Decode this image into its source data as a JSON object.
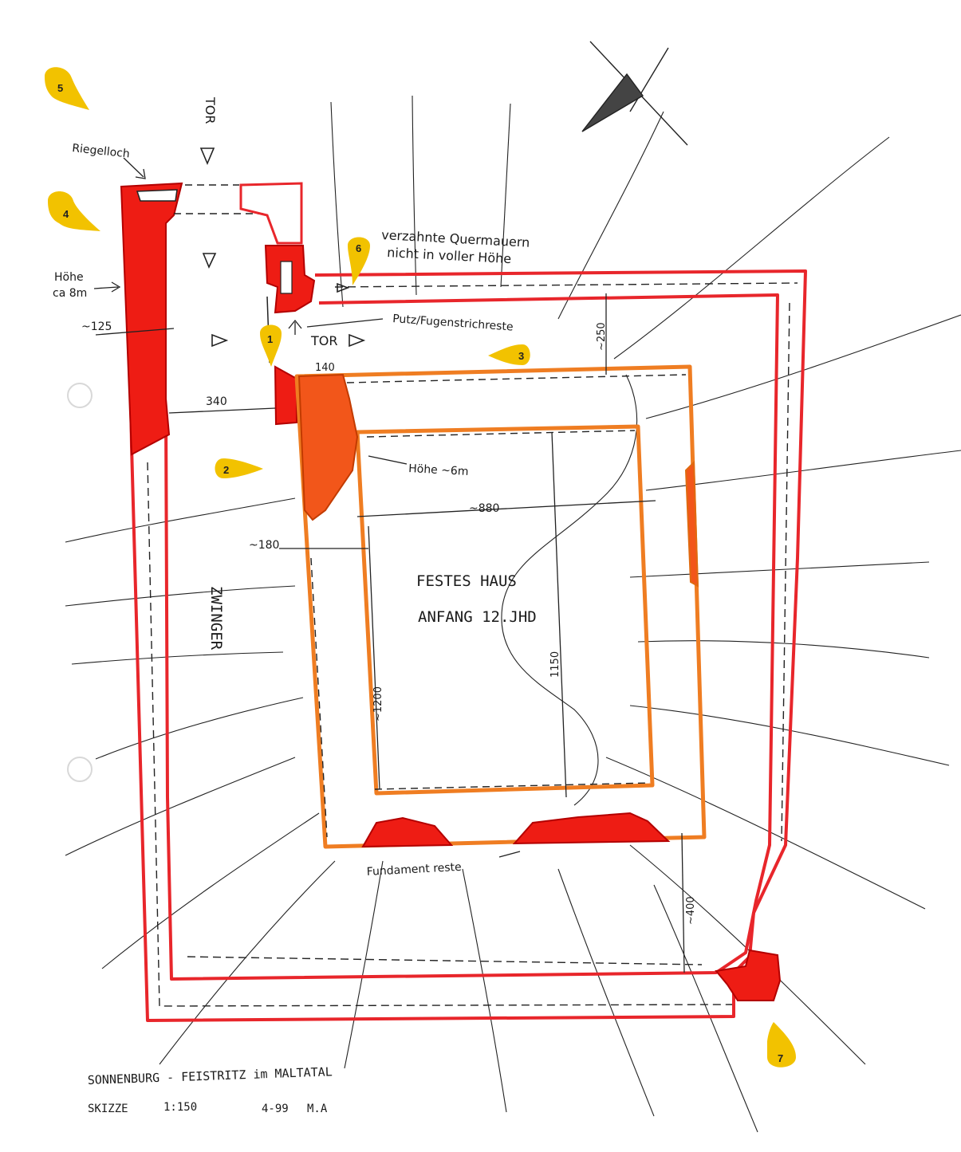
{
  "colors": {
    "wall_red": "#e8262b",
    "wall_orange": "#ef7d22",
    "fill_red": "#ee1c14",
    "fill_orange": "#f2561a",
    "marker_yellow": "#f2c200",
    "ink": "#1a1a1a"
  },
  "labels": {
    "riegelloch": "Riegelloch",
    "tor_top": "TOR",
    "tor_mid": "TOR",
    "hoehe_left_1": "Höhe",
    "hoehe_left_2": "ca 8m",
    "verzahnte_1": "verzahnte Quermauern",
    "verzahnte_2": "nicht in voller Höhe",
    "putz": "Putz/Fugenstrichreste",
    "dim_125": "~125",
    "dim_340": "340",
    "dim_140": "140",
    "dim_250": "~250",
    "hoehe_6m": "Höhe ~6m",
    "dim_880": "~880",
    "dim_180": "~180",
    "festes_haus": "FESTES HAUS",
    "anfang": "ANFANG 12.JHD",
    "zwinger": "ZWINGER",
    "dim_1150": "1150",
    "dim_1200": "~1200",
    "fundament": "Fundament reste",
    "dim_400": "~400"
  },
  "markers": [
    "1",
    "2",
    "3",
    "4",
    "5",
    "6",
    "7"
  ],
  "caption": {
    "line1": "SONNENBURG - FEISTRITZ im MALTATAL",
    "skizze": "SKIZZE",
    "scale": "1:150",
    "date": "4-99",
    "initials": "M.A"
  }
}
